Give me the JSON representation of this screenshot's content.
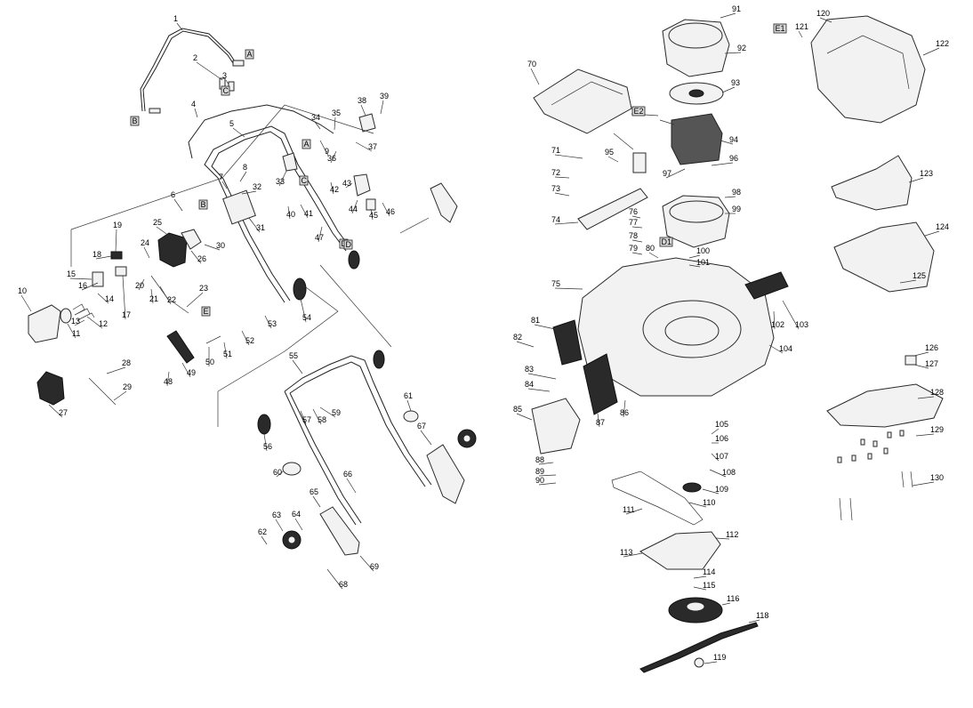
{
  "part_numbers": [
    "1",
    "2",
    "3",
    "4",
    "5",
    "6",
    "7",
    "8",
    "9",
    "10",
    "11",
    "12",
    "13",
    "14",
    "15",
    "16",
    "17",
    "18",
    "19",
    "20",
    "21",
    "22",
    "23",
    "24",
    "25",
    "26",
    "27",
    "28",
    "29",
    "30",
    "31",
    "32",
    "33",
    "34",
    "35",
    "36",
    "37",
    "38",
    "39",
    "40",
    "41",
    "42",
    "43",
    "44",
    "45",
    "46",
    "47",
    "48",
    "49",
    "50",
    "51",
    "52",
    "53",
    "54",
    "55",
    "56",
    "57",
    "58",
    "59",
    "60",
    "61",
    "62",
    "63",
    "64",
    "65",
    "66",
    "67",
    "68",
    "69",
    "70",
    "71",
    "72",
    "73",
    "74",
    "75",
    "76",
    "77",
    "78",
    "79",
    "80",
    "81",
    "82",
    "83",
    "84",
    "85",
    "86",
    "87",
    "88",
    "89",
    "90",
    "91",
    "92",
    "93",
    "94",
    "95",
    "96",
    "97",
    "98",
    "99",
    "100",
    "101",
    "102",
    "103",
    "104",
    "105",
    "106",
    "107",
    "108",
    "109",
    "110",
    "111",
    "112",
    "113",
    "114",
    "115",
    "116",
    "118",
    "119",
    "120",
    "121",
    "122",
    "123",
    "124",
    "125",
    "126",
    "127",
    "128",
    "129",
    "130"
  ],
  "reference_markers": [
    "A",
    "A",
    "B",
    "B",
    "C",
    "C",
    "D",
    "D",
    "E",
    "E",
    "E1",
    "E1",
    "E2",
    "D1"
  ]
}
